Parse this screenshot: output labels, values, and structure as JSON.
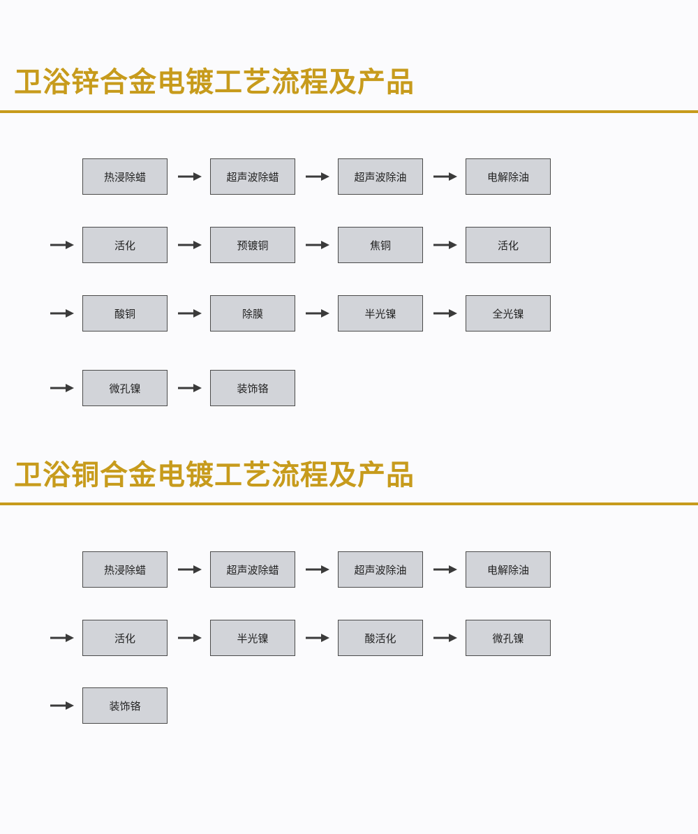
{
  "colors": {
    "gold": "#c79b1c",
    "box_fill": "#d2d4d9",
    "box_border": "#4a4a4a",
    "arrow": "#3a3a3a"
  },
  "sections": [
    {
      "title": "卫浴锌合金电镀工艺流程及产品",
      "rows": [
        {
          "lead_arrow": false,
          "steps": [
            "热浸除蜡",
            "超声波除蜡",
            "超声波除油",
            "电解除油"
          ]
        },
        {
          "lead_arrow": true,
          "steps": [
            "活化",
            "预镀铜",
            "焦铜",
            "活化"
          ]
        },
        {
          "lead_arrow": true,
          "steps": [
            "酸铜",
            "除膜",
            "半光镍",
            "全光镍"
          ]
        },
        {
          "lead_arrow": true,
          "steps": [
            "微孔镍",
            "装饰铬"
          ]
        }
      ]
    },
    {
      "title": "卫浴铜合金电镀工艺流程及产品",
      "rows": [
        {
          "lead_arrow": false,
          "steps": [
            "热浸除蜡",
            "超声波除蜡",
            "超声波除油",
            "电解除油"
          ]
        },
        {
          "lead_arrow": true,
          "steps": [
            "活化",
            "半光镍",
            "酸活化",
            "微孔镍"
          ]
        },
        {
          "lead_arrow": true,
          "steps": [
            "装饰铬"
          ]
        }
      ]
    }
  ]
}
